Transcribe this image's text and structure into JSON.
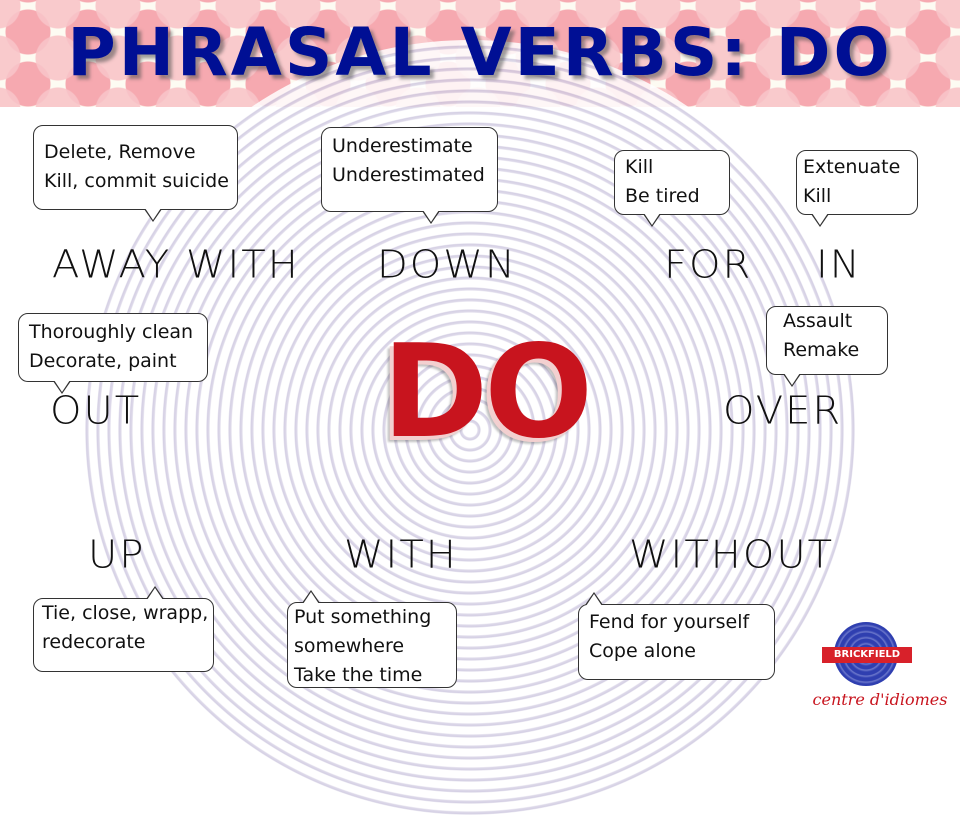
{
  "title": "PHRASAL VERBS: DO",
  "center_word": "DO",
  "colors": {
    "title": "#000f94",
    "center_word": "#c8141e",
    "background_swirl": "#cdc7df",
    "banner_dots": "#f6a9b0"
  },
  "particles": [
    {
      "word": "AWAY WITH",
      "meanings": [
        "Delete, Remove",
        "Kill, commit suicide"
      ]
    },
    {
      "word": "DOWN",
      "meanings": [
        "Underestimate",
        "Underestimated"
      ]
    },
    {
      "word": "FOR",
      "meanings": [
        "Kill",
        "Be tired"
      ]
    },
    {
      "word": "IN",
      "meanings": [
        "Extenuate",
        "Kill"
      ]
    },
    {
      "word": "OUT",
      "meanings": [
        "Thoroughly clean",
        "Decorate, paint"
      ]
    },
    {
      "word": "OVER",
      "meanings": [
        "Assault",
        "Remake"
      ]
    },
    {
      "word": "UP",
      "meanings": [
        "Tie, close, wrapp,",
        "redecorate"
      ]
    },
    {
      "word": "WITH",
      "meanings": [
        "Put something",
        "somewhere",
        "Take the time"
      ]
    },
    {
      "word": "WITHOUT",
      "meanings": [
        "Fend for yourself",
        "Cope alone"
      ]
    }
  ],
  "logo": {
    "name": "BRICKFIELD",
    "subtitle": "centre d'idiomes"
  }
}
